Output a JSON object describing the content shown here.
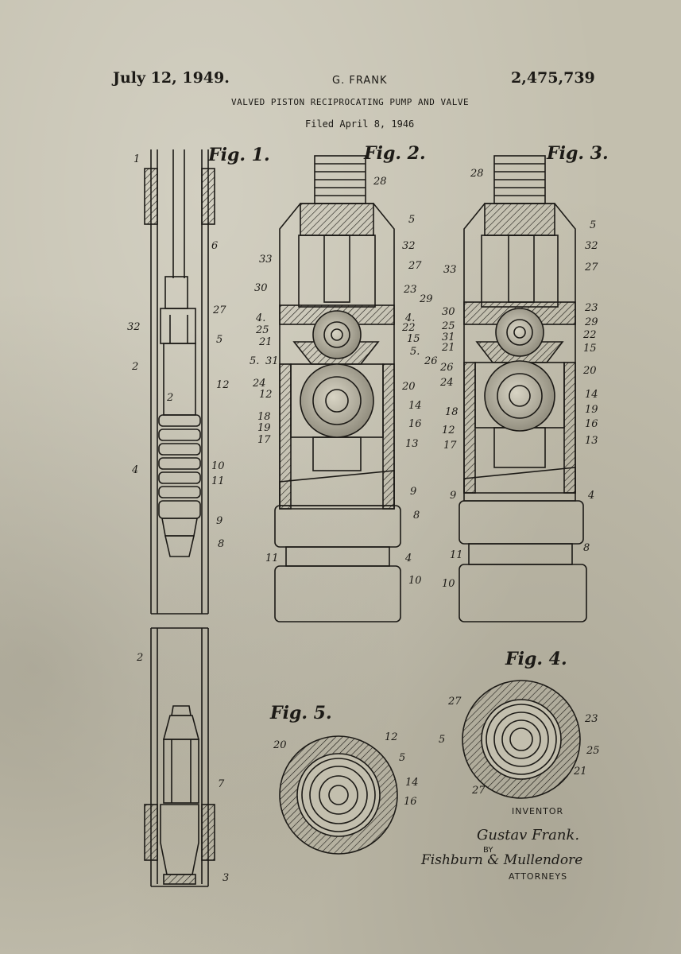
{
  "header": {
    "date": "July 12, 1949.",
    "inventor": "G. FRANK",
    "patent_number": "2,475,739",
    "title": "VALVED PISTON RECIPROCATING PUMP AND VALVE",
    "filed": "Filed April 8, 1946"
  },
  "figures": {
    "fig1": "Fig. 1.",
    "fig2": "Fig. 2.",
    "fig3": "Fig. 3.",
    "fig4": "Fig. 4.",
    "fig5": "Fig. 5."
  },
  "signature": {
    "inventor_label": "INVENTOR",
    "inventor_signature": "Gustav Frank.",
    "by": "BY",
    "attorney_signature": "Fishburn & Mullendore",
    "attorneys_label": "ATTORNEYS"
  },
  "colors": {
    "paper": "#c3bfae",
    "ink": "#1c1a16"
  },
  "ref_numbers": {
    "fig1": [
      "1",
      "6",
      "27",
      "32",
      "5",
      "2",
      "12",
      "2",
      "4",
      "10",
      "11",
      "9",
      "8"
    ],
    "fig1_lower": [
      "2",
      "7",
      "3"
    ],
    "fig2": [
      "28",
      "5",
      "33",
      "32",
      "27",
      "30",
      "23",
      "29",
      "4.",
      "4.",
      "25",
      "22",
      "21",
      "15",
      "5.",
      "31",
      "5.",
      "26",
      "24",
      "20",
      "12",
      "14",
      "18",
      "16",
      "19",
      "17",
      "13",
      "9",
      "8",
      "11",
      "4",
      "10"
    ],
    "fig3": [
      "28",
      "5",
      "32",
      "33",
      "27",
      "30",
      "23",
      "25",
      "29",
      "31",
      "22",
      "21",
      "15",
      "26",
      "20",
      "24",
      "14",
      "18",
      "19",
      "16",
      "12",
      "13",
      "17",
      "9",
      "4",
      "8",
      "11",
      "10"
    ],
    "fig4": [
      "27",
      "23",
      "5",
      "25",
      "21",
      "27"
    ],
    "fig5": [
      "20",
      "12",
      "5",
      "14",
      "16"
    ]
  }
}
